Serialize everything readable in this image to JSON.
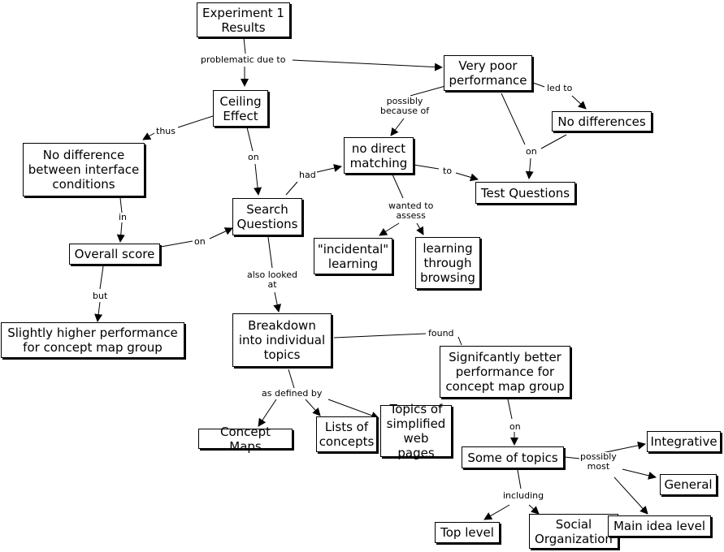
{
  "concepts": {
    "experiment1": "Experiment 1\nResults",
    "very_poor": "Very poor\nperformance",
    "ceiling": "Ceiling\nEffect",
    "no_differences": "No differences",
    "no_diff_interface": "No difference\nbetween interface\nconditions",
    "no_direct": "no direct\nmatching",
    "test_questions": "Test Questions",
    "search_questions": "Search\nQuestions",
    "incidental": "\"incidental\"\nlearning",
    "learning_browsing": "learning\nthrough\nbrowsing",
    "overall_score": "Overall score",
    "slightly_higher": "Slightly higher performance\nfor concept map group",
    "breakdown": "Breakdown\ninto individual\ntopics",
    "significantly": "Signifcantly better\nperformance for\nconcept map group",
    "concept_maps": "Concept Maps",
    "lists": "Lists of\nconcepts",
    "topics_simplified": "Topics of\nsimplified\nweb pages",
    "some_topics": "Some of topics",
    "integrative": "Integrative",
    "general": "General",
    "top_level": "Top level",
    "social": "Social\nOrganization",
    "main_idea": "Main idea level"
  },
  "links": {
    "problematic_due_to": "problematic due to",
    "led_to": "led to",
    "possibly_because_of": "possibly\nbecause of",
    "thus": "thus",
    "on_ceiling": "on",
    "on_very_poor": "on",
    "had": "had",
    "to": "to",
    "in": "in",
    "wanted_to_assess": "wanted to\nassess",
    "on_overall": "on",
    "also_looked_at": "also looked\nat",
    "but": "but",
    "found": "found",
    "as_defined_by": "as defined by",
    "on_significantly": "on",
    "possibly_most": "possibly\nmost",
    "including": "including"
  }
}
